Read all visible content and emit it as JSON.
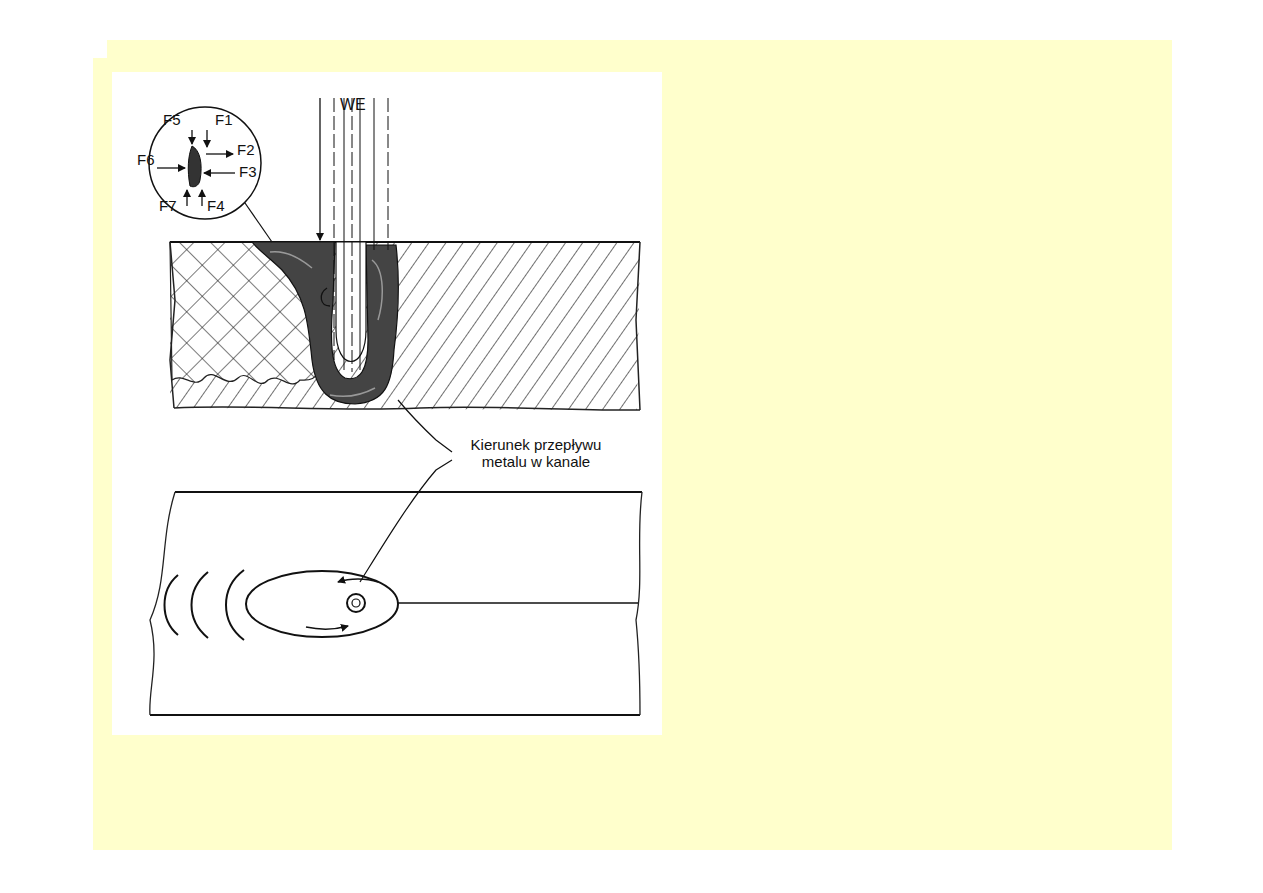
{
  "diagram": {
    "labels": [
      "WE",
      "F5",
      "F1",
      "F6",
      "F2",
      "F3",
      "F7",
      "F4",
      "Kierunek przepływu metalu w kanale"
    ]
  }
}
